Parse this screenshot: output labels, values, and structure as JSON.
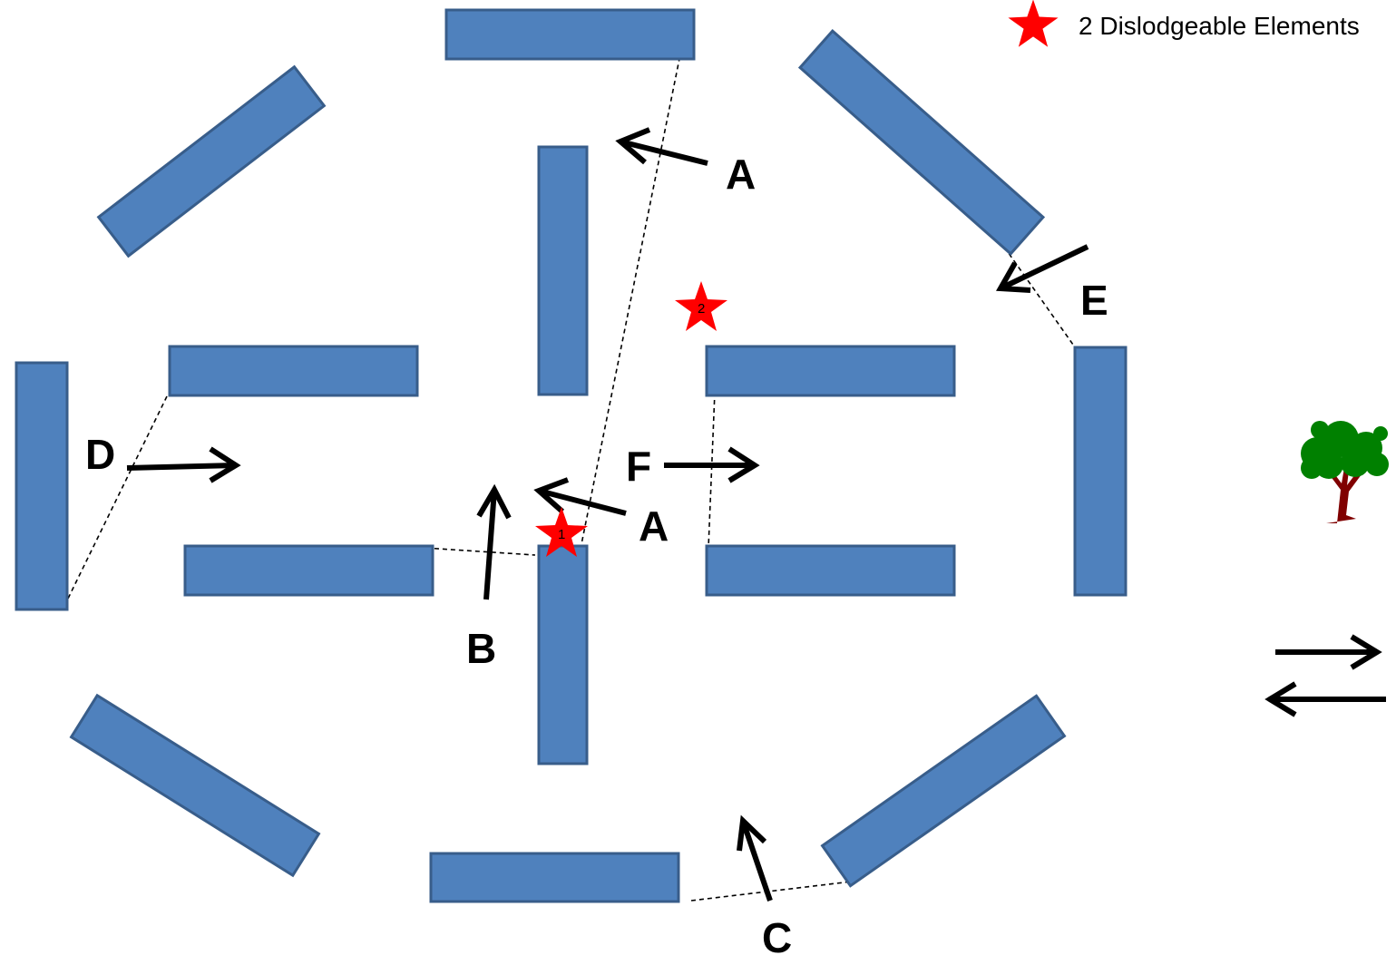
{
  "legend": {
    "item_label": "2 Dislodgeable Elements",
    "marker_icon": "red-star-icon"
  },
  "stars": [
    {
      "number": "1"
    },
    {
      "number": "2"
    }
  ],
  "labels": {
    "a_top": "A",
    "a_mid": "A",
    "b": "B",
    "c": "C",
    "d": "D",
    "e": "E",
    "f": "F"
  },
  "colors": {
    "wall": "#4f81bd",
    "wall_border": "#385d8a",
    "star": "#ff0000",
    "tree_canopy": "#008000",
    "tree_trunk": "#800000"
  },
  "icons": {
    "tree": "tree-icon",
    "two_way_traffic": "two-way-arrows-icon"
  }
}
